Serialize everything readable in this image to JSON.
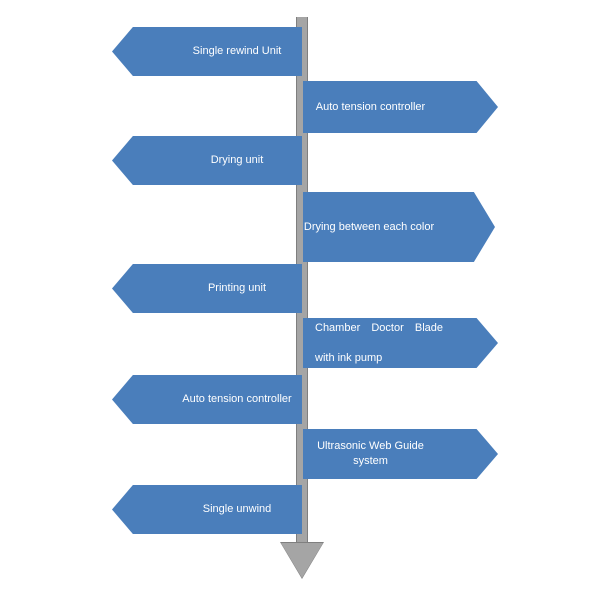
{
  "diagram": {
    "type": "vertical-process-flow",
    "title": "",
    "colors": {
      "arrow_fill": "#4a7ebb",
      "shaft_fill": "#a5a5a5",
      "shaft_outline": "#7f7f7f",
      "label_text": "#ffffff",
      "background": "#ffffff"
    },
    "spine": {
      "name": "main-flow-arrow",
      "direction": "downward",
      "head": "arrowhead-down"
    },
    "left_branches": [
      {
        "label": "Single rewind Unit"
      },
      {
        "label": "Drying unit"
      },
      {
        "label": "Printing unit"
      },
      {
        "label": "Auto tension controller"
      },
      {
        "label": "Single unwind"
      }
    ],
    "right_branches": [
      {
        "label": "Auto tension controller",
        "lines": [
          "Auto tension controller"
        ]
      },
      {
        "label": "Drying between each color",
        "lines": [
          "Drying between each color"
        ]
      },
      {
        "label": "Chamber Doctor Blade with ink pump",
        "lines": [
          "Chamber   Doctor   Blade",
          "with ink pump"
        ]
      },
      {
        "label": "Ultrasonic Web Guide system",
        "lines": [
          "Ultrasonic Web Guide system"
        ]
      }
    ]
  }
}
